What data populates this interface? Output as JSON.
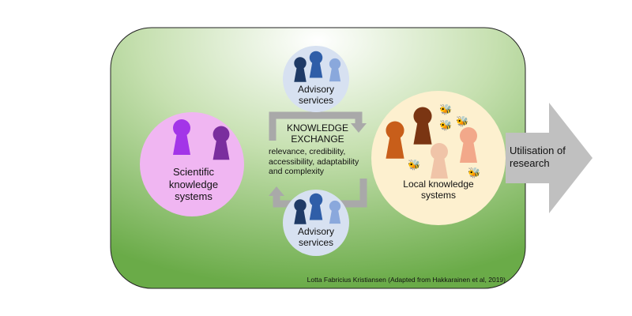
{
  "diagram": {
    "scientific_label": "Scientific knowledge systems",
    "advisory_top_label": "Advisory services",
    "advisory_bottom_label": "Advisory services",
    "exchange_title": "KNOWLEDGE EXCHANGE",
    "exchange_criteria": "relevance, credibility, accessibility, adaptability and complexity",
    "local_label": "Local knowledge systems",
    "outcome_label": "Utilisation of research",
    "credit": "Lotta Fabricius Kristiansen (Adapted from Hakkarainen et al, 2019)"
  },
  "colors": {
    "frame_green": "#6fae4c",
    "scientific_circle": "#f0b6f2",
    "advisory_circle": "#d7e1f1",
    "local_circle": "#fdf0cf",
    "arrow_grey": "#bdbdbd"
  }
}
